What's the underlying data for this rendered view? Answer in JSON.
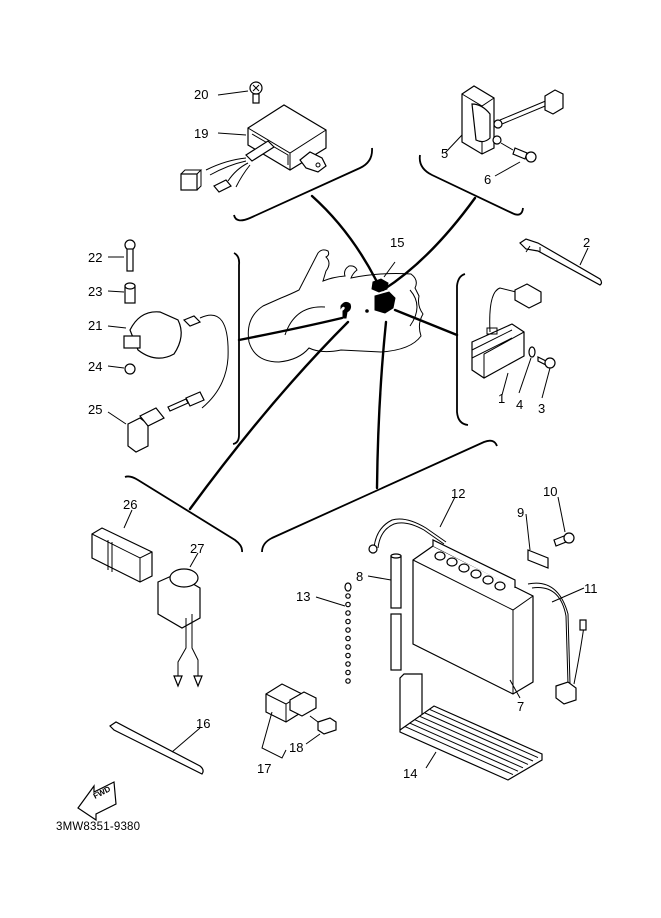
{
  "diagram": {
    "title_code": "3MW8351-9380",
    "fwd_label": "FWD",
    "colors": {
      "ink": "#000000",
      "paper": "#ffffff"
    },
    "callouts": [
      {
        "id": "1",
        "label": "1"
      },
      {
        "id": "2",
        "label": "2"
      },
      {
        "id": "3",
        "label": "3"
      },
      {
        "id": "4",
        "label": "4"
      },
      {
        "id": "5",
        "label": "5"
      },
      {
        "id": "6",
        "label": "6"
      },
      {
        "id": "7",
        "label": "7"
      },
      {
        "id": "8",
        "label": "8"
      },
      {
        "id": "9",
        "label": "9"
      },
      {
        "id": "10",
        "label": "10"
      },
      {
        "id": "11",
        "label": "11"
      },
      {
        "id": "12",
        "label": "12"
      },
      {
        "id": "13",
        "label": "13"
      },
      {
        "id": "14",
        "label": "14"
      },
      {
        "id": "15",
        "label": "15"
      },
      {
        "id": "16",
        "label": "16"
      },
      {
        "id": "17",
        "label": "17"
      },
      {
        "id": "18",
        "label": "18"
      },
      {
        "id": "19",
        "label": "19"
      },
      {
        "id": "20",
        "label": "20"
      },
      {
        "id": "21",
        "label": "21"
      },
      {
        "id": "22",
        "label": "22"
      },
      {
        "id": "23",
        "label": "23"
      },
      {
        "id": "24",
        "label": "24"
      },
      {
        "id": "25",
        "label": "25"
      },
      {
        "id": "26",
        "label": "26"
      },
      {
        "id": "27",
        "label": "27"
      }
    ]
  }
}
